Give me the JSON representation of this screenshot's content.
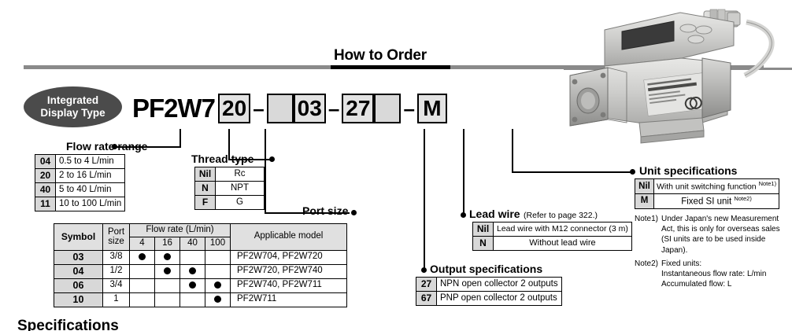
{
  "header": {
    "title": "How to Order"
  },
  "badge": {
    "line1": "Integrated",
    "line2": "Display Type"
  },
  "part_number": {
    "prefix": "PF2W7",
    "segments": [
      {
        "value": "20",
        "blank": false
      },
      {
        "value": "–",
        "dash": true
      },
      {
        "value": "",
        "blank": true
      },
      {
        "value": "03",
        "blank": false
      },
      {
        "value": "–",
        "dash": true
      },
      {
        "value": "27",
        "blank": false
      },
      {
        "value": "",
        "blank": true
      },
      {
        "value": "–",
        "dash": true
      },
      {
        "value": "M",
        "blank": false
      }
    ]
  },
  "flow_rate_range": {
    "caption": "Flow rate range",
    "rows": [
      {
        "code": "04",
        "desc": "0.5 to 4 L/min"
      },
      {
        "code": "20",
        "desc": "2 to 16 L/min"
      },
      {
        "code": "40",
        "desc": "5 to 40 L/min"
      },
      {
        "code": "11",
        "desc": "10 to 100 L/min"
      }
    ]
  },
  "thread_type": {
    "caption": "Thread type",
    "rows": [
      {
        "code": "Nil",
        "desc": "Rc"
      },
      {
        "code": "N",
        "desc": "NPT"
      },
      {
        "code": "F",
        "desc": "G"
      }
    ]
  },
  "port_size": {
    "caption": "Port size",
    "headers": {
      "symbol": "Symbol",
      "port_size": "Port size",
      "flow_rate": "Flow rate (L/min)",
      "flow_cols": [
        "4",
        "16",
        "40",
        "100"
      ],
      "applicable_model": "Applicable model"
    },
    "rows": [
      {
        "symbol": "03",
        "size": "3/8",
        "dots": [
          true,
          true,
          false,
          false
        ],
        "model": "PF2W704, PF2W720"
      },
      {
        "symbol": "04",
        "size": "1/2",
        "dots": [
          false,
          true,
          true,
          false
        ],
        "model": "PF2W720, PF2W740"
      },
      {
        "symbol": "06",
        "size": "3/4",
        "dots": [
          false,
          false,
          true,
          true
        ],
        "model": "PF2W740, PF2W711"
      },
      {
        "symbol": "10",
        "size": "1",
        "dots": [
          false,
          false,
          false,
          true
        ],
        "model": "PF2W711"
      }
    ]
  },
  "output_specifications": {
    "caption": "Output specifications",
    "rows": [
      {
        "code": "27",
        "desc": "NPN open collector 2 outputs"
      },
      {
        "code": "67",
        "desc": "PNP open collector 2 outputs"
      }
    ]
  },
  "lead_wire": {
    "caption": "Lead wire",
    "caption_note": "(Refer to page 322.)",
    "rows": [
      {
        "code": "Nil",
        "desc": "Lead wire with M12 connector (3 m)"
      },
      {
        "code": "N",
        "desc": "Without lead wire"
      }
    ]
  },
  "unit_specifications": {
    "caption": "Unit specifications",
    "rows": [
      {
        "code": "Nil",
        "desc": "With unit switching function ",
        "note": "Note1)"
      },
      {
        "code": "M",
        "desc": "Fixed SI unit ",
        "note": "Note2)"
      }
    ],
    "notes": [
      {
        "label": "Note1)",
        "body": "Under Japan's new Measurement Act, this is only for overseas sales (SI units are to be used inside Japan)."
      },
      {
        "label": "Note2)",
        "body": "Fixed units:\nInstantaneous flow rate: L/min\nAccumulated flow: L"
      }
    ]
  },
  "bottom_heading": "Specifications",
  "colors": {
    "rule": "#8a8a8a",
    "badge_bg": "#4b4b4b",
    "code_cell_bg": "#d8d8d8",
    "box_bg": "#e3e3e3"
  }
}
